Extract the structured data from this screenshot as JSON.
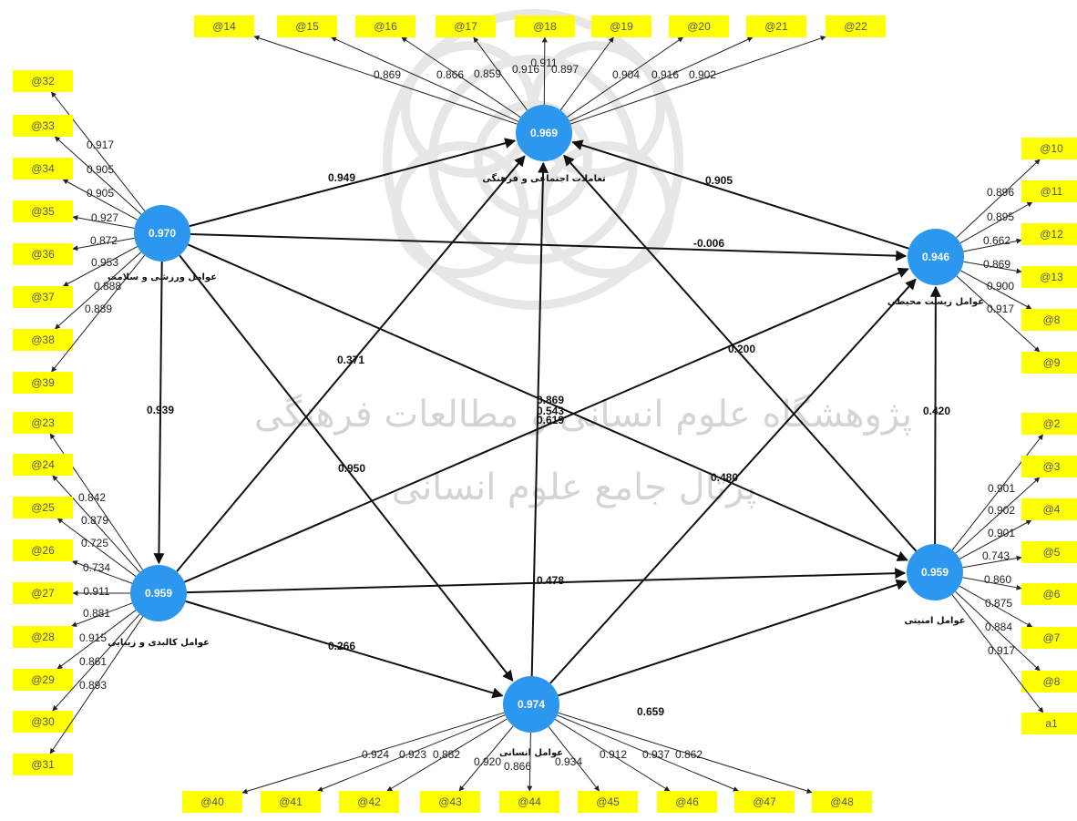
{
  "accent": "#2b97ee",
  "indicator_color": "#ffff00",
  "latent_variables": {
    "cultural": {
      "label": "تعاملات اجتماعی و فرهنگی",
      "r2": "0.969"
    },
    "sports": {
      "label": "عوامل ورزشی و سلامت",
      "r2": "0.970"
    },
    "environment": {
      "label": "عوامل زیست محیطی",
      "r2": "0.946"
    },
    "physical": {
      "label": "عوامل کالبدی و زیبایی",
      "r2": "0.959"
    },
    "security": {
      "label": "عوامل امنیتی",
      "r2": "0.959"
    },
    "human": {
      "label": "عوامل انسانی",
      "r2": "0.974"
    }
  },
  "indicators": {
    "cultural": [
      {
        "name": "@14",
        "loading": "0.869"
      },
      {
        "name": "@15",
        "loading": "0.866"
      },
      {
        "name": "@16",
        "loading": "0.859"
      },
      {
        "name": "@17",
        "loading": "0.916"
      },
      {
        "name": "@18",
        "loading": "0.911"
      },
      {
        "name": "@19",
        "loading": "0.897"
      },
      {
        "name": "@20",
        "loading": "0.904"
      },
      {
        "name": "@21",
        "loading": "0.916"
      },
      {
        "name": "@22",
        "loading": "0.902"
      }
    ],
    "sports": [
      {
        "name": "@32",
        "loading": "0.917"
      },
      {
        "name": "@33",
        "loading": "0.905"
      },
      {
        "name": "@34",
        "loading": "0.905"
      },
      {
        "name": "@35",
        "loading": "0.927"
      },
      {
        "name": "@36",
        "loading": "0.872"
      },
      {
        "name": "@37",
        "loading": "0.953"
      },
      {
        "name": "@38",
        "loading": "0.888"
      },
      {
        "name": "@39",
        "loading": "0.889"
      }
    ],
    "physical": [
      {
        "name": "@23",
        "loading": "0.842"
      },
      {
        "name": "@24",
        "loading": "0.879"
      },
      {
        "name": "@25",
        "loading": "0.725"
      },
      {
        "name": "@26",
        "loading": "0.734"
      },
      {
        "name": "@27",
        "loading": "0.911"
      },
      {
        "name": "@28",
        "loading": "0.881"
      },
      {
        "name": "@29",
        "loading": "0.915"
      },
      {
        "name": "@30",
        "loading": "0.861"
      },
      {
        "name": "@31",
        "loading": "0.893"
      }
    ],
    "environment": [
      {
        "name": "@10",
        "loading": "0.896"
      },
      {
        "name": "@11",
        "loading": "0.895"
      },
      {
        "name": "@12",
        "loading": "0.662"
      },
      {
        "name": "@13",
        "loading": "0.869"
      },
      {
        "name": "@8",
        "loading": "0.900"
      },
      {
        "name": "@9",
        "loading": "0.917"
      }
    ],
    "security": [
      {
        "name": "@2",
        "loading": "0.901"
      },
      {
        "name": "@3",
        "loading": "0.902"
      },
      {
        "name": "@4",
        "loading": "0.901"
      },
      {
        "name": "@5",
        "loading": "0.743"
      },
      {
        "name": "@6",
        "loading": "0.860"
      },
      {
        "name": "@7",
        "loading": "0.875"
      },
      {
        "name": "@8",
        "loading": "0.884"
      },
      {
        "name": "a1",
        "loading": "0.917"
      }
    ],
    "human": [
      {
        "name": "@40",
        "loading": "0.924"
      },
      {
        "name": "@41",
        "loading": "0.923"
      },
      {
        "name": "@42",
        "loading": "0.882"
      },
      {
        "name": "@43",
        "loading": "0.920"
      },
      {
        "name": "@44",
        "loading": "0.866"
      },
      {
        "name": "@45",
        "loading": "0.934"
      },
      {
        "name": "@46",
        "loading": "0.912"
      },
      {
        "name": "@47",
        "loading": "0.937"
      },
      {
        "name": "@48",
        "loading": "0.862"
      }
    ]
  },
  "paths": [
    {
      "from": "sports",
      "to": "cultural",
      "coef": "0.949"
    },
    {
      "from": "environment",
      "to": "cultural",
      "coef": "0.905"
    },
    {
      "from": "sports",
      "to": "environment",
      "coef": "-0.006"
    },
    {
      "from": "sports",
      "to": "physical",
      "coef": "0.939"
    },
    {
      "from": "sports",
      "to": "human",
      "coef": "0.950"
    },
    {
      "from": "sports",
      "to": "security",
      "coef": "0.869"
    },
    {
      "from": "physical",
      "to": "cultural",
      "coef": "0.371"
    },
    {
      "from": "physical",
      "to": "environment",
      "coef": "0.619"
    },
    {
      "from": "physical",
      "to": "security",
      "coef": "0.478"
    },
    {
      "from": "physical",
      "to": "human",
      "coef": "0.266"
    },
    {
      "from": "human",
      "to": "cultural",
      "coef": "0.543"
    },
    {
      "from": "human",
      "to": "environment",
      "coef": "0.480"
    },
    {
      "from": "human",
      "to": "security",
      "coef": "0.659"
    },
    {
      "from": "security",
      "to": "cultural",
      "coef": "0.200"
    },
    {
      "from": "security",
      "to": "environment",
      "coef": "0.420"
    }
  ],
  "watermark": {
    "line1": "پژوهشگاه علوم انسانی و مطالعات فرهنگی",
    "line2": "پرتال جامع علوم انسانی"
  }
}
